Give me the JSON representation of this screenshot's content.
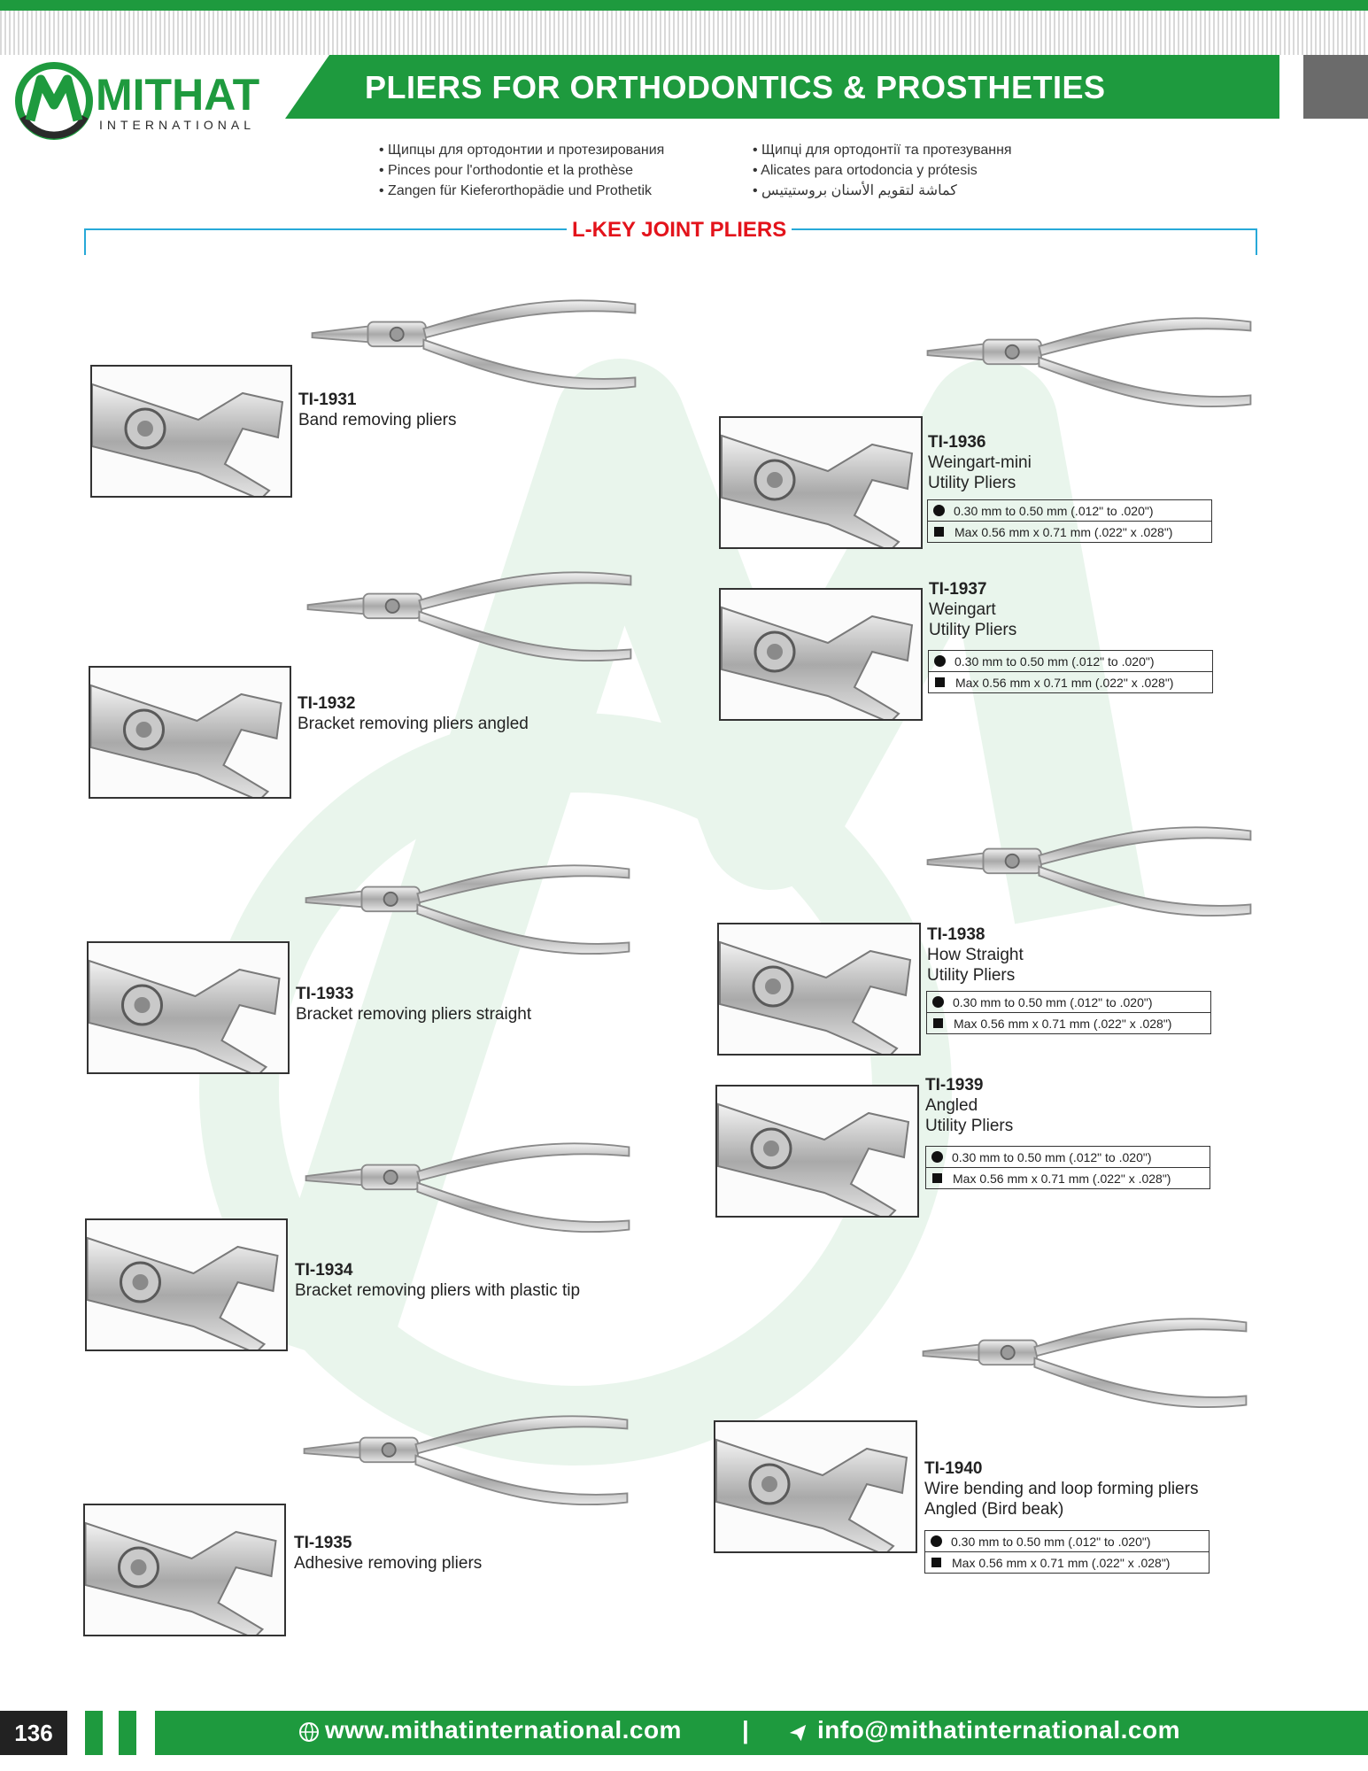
{
  "brand": {
    "name": "MITHAT",
    "sub": "INTERNATIONAL"
  },
  "header": {
    "title": "PLIERS FOR ORTHODONTICS & PROSTHETIES"
  },
  "languages": {
    "left": [
      "Щипцы для ортодонтии и протезирования",
      "Pinces pour l'orthodontie et la prothèse",
      "Zangen für Kieferorthopädie und Prothetik"
    ],
    "right": [
      "Щипці для ортодонтії та протезування",
      "Alicates para ortodoncia y prótesis",
      "كماشة لتقويم الأسنان بروستيتيس"
    ]
  },
  "section": {
    "title": "L-KEY JOINT PLIERS"
  },
  "products_left": [
    {
      "code": "TI-1931",
      "name": "Band removing pliers"
    },
    {
      "code": "TI-1932",
      "name": "Bracket removing pliers angled"
    },
    {
      "code": "TI-1933",
      "name": "Bracket removing pliers straight"
    },
    {
      "code": "TI-1934",
      "name": "Bracket removing pliers with plastic tip"
    },
    {
      "code": "TI-1935",
      "name": "Adhesive removing pliers"
    }
  ],
  "products_right": [
    {
      "code": "TI-1936",
      "name1": "Weingart-mini",
      "name2": "Utility Pliers"
    },
    {
      "code": "TI-1937",
      "name1": "Weingart",
      "name2": "Utility Pliers"
    },
    {
      "code": "TI-1938",
      "name1": "How Straight",
      "name2": "Utility Pliers"
    },
    {
      "code": "TI-1939",
      "name1": "Angled",
      "name2": "Utility Pliers"
    },
    {
      "code": "TI-1940",
      "name1": "Wire bending and loop forming pliers",
      "name2": "Angled (Bird beak)"
    }
  ],
  "specs": {
    "round": "0.30 mm to 0.50 mm (.012\" to .020\")",
    "rect": "Max 0.56 mm x 0.71 mm (.022\" x .028\")"
  },
  "footer": {
    "page": "136",
    "website": "www.mithatinternational.com",
    "separator": "|",
    "email": "info@mithatinternational.com"
  },
  "colors": {
    "green": "#1e9a3e",
    "red": "#e3131b",
    "blue": "#27a9d8"
  }
}
